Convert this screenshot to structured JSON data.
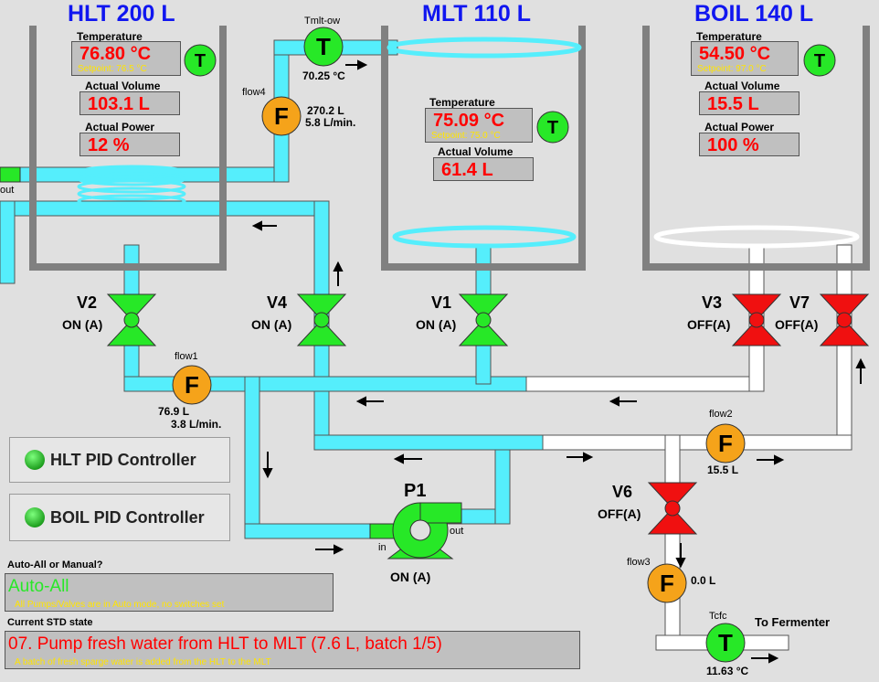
{
  "tanks": {
    "hlt": {
      "title": "HLT 200 L",
      "temp_label": "Temperature",
      "temp": "76.80 °C",
      "setpoint": "Setpoint: 76.5 °C",
      "volume_label": "Actual Volume",
      "volume": "103.1 L",
      "power_label": "Actual Power",
      "power": "12 %"
    },
    "mlt": {
      "title": "MLT 110 L",
      "temp_label": "Temperature",
      "temp": "75.09 °C",
      "setpoint": "Setpoint: 75.0 °C",
      "volume_label": "Actual Volume",
      "volume": "61.4 L"
    },
    "boil": {
      "title": "BOIL 140 L",
      "temp_label": "Temperature",
      "temp": "54.50 °C",
      "setpoint": "Setpoint: 97.0 °C",
      "volume_label": "Actual Volume",
      "volume": "15.5 L",
      "power_label": "Actual Power",
      "power": "100 %"
    }
  },
  "sensors": {
    "tmlt_out": {
      "name": "Tmlt-ow",
      "value": "70.25 °C",
      "glyph": "T"
    },
    "flow4": {
      "name": "flow4",
      "volume": "270.2 L",
      "rate": "5.8 L/min.",
      "glyph": "F"
    },
    "flow1": {
      "name": "flow1",
      "volume": "76.9 L",
      "rate": "3.8 L/min.",
      "glyph": "F"
    },
    "flow2": {
      "name": "flow2",
      "volume": "15.5 L",
      "glyph": "F"
    },
    "flow3": {
      "name": "flow3",
      "volume": "0.0 L",
      "glyph": "F"
    },
    "tcfc": {
      "name": "Tcfc",
      "value": "11.63 °C",
      "glyph": "T"
    },
    "hlt_t": {
      "glyph": "T"
    },
    "mlt_t": {
      "glyph": "T"
    },
    "boil_t": {
      "glyph": "T"
    }
  },
  "valves": {
    "v1": {
      "name": "V1",
      "state": "ON (A)"
    },
    "v2": {
      "name": "V2",
      "state": "ON (A)"
    },
    "v3": {
      "name": "V3",
      "state": "OFF(A)"
    },
    "v4": {
      "name": "V4",
      "state": "ON (A)"
    },
    "v6": {
      "name": "V6",
      "state": "OFF(A)"
    },
    "v7": {
      "name": "V7",
      "state": "OFF(A)"
    }
  },
  "pump": {
    "name": "P1",
    "state": "ON (A)",
    "in_label": "in",
    "out_label": "out"
  },
  "misc": {
    "hlt_out_label": "out",
    "to_fermenter": "To Fermenter"
  },
  "buttons": {
    "hlt_pid": "HLT PID Controller",
    "boil_pid": "BOIL PID Controller"
  },
  "mode": {
    "label": "Auto-All or Manual?",
    "value": "Auto-All",
    "description": "All Pumps/Valves are in Auto mode, no switches set"
  },
  "std": {
    "label": "Current STD state",
    "value": "07. Pump fresh water from HLT to MLT (7.6 L, batch 1/5)",
    "description": "A batch of fresh sparge water is added from the HLT to the MLT"
  },
  "colors": {
    "active_pipe": "#55eefc",
    "idle_pipe": "#ffffff",
    "valve_on": "#27e827",
    "valve_off": "#f01010",
    "sensor_t": "#27e827",
    "sensor_f": "#f5a31a",
    "header": "#1016f0",
    "value": "#ff0000",
    "setpoint": "#ffe400"
  }
}
